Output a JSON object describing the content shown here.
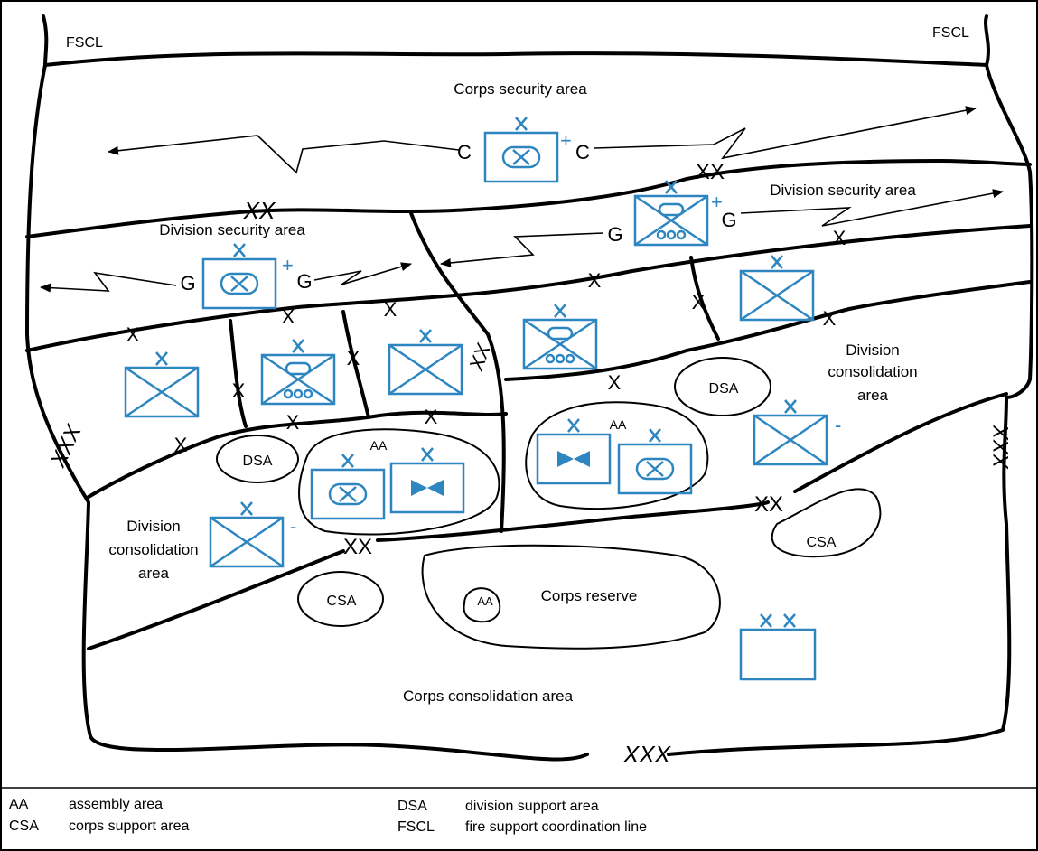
{
  "colors": {
    "symbol": "#2E86C1",
    "line": "#000000"
  },
  "map_labels": {
    "fscl_left": "FSCL",
    "fscl_right": "FSCL",
    "corps_security": "Corps security area",
    "division_security_left": "Division security area",
    "division_security_right": "Division security area",
    "division_consolidation_left": [
      "Division",
      "consolidation",
      "area"
    ],
    "division_consolidation_right": [
      "Division",
      "consolidation",
      "area"
    ],
    "corps_reserve": "Corps reserve",
    "corps_consolidation": "Corps consolidation area",
    "dsa": "DSA",
    "csa": "CSA",
    "aa": "AA",
    "c_letter": "C",
    "g_letter": "G",
    "echelon_brigade": "X",
    "echelon_division": "XX",
    "echelon_corps": "XXX",
    "plus": "+",
    "minus": "-"
  },
  "legend": [
    {
      "abbr": "AA",
      "text": "assembly area"
    },
    {
      "abbr": "CSA",
      "text": "corps support area"
    },
    {
      "abbr": "DSA",
      "text": "division support area"
    },
    {
      "abbr": "FSCL",
      "text": "fire support coordination line"
    }
  ]
}
